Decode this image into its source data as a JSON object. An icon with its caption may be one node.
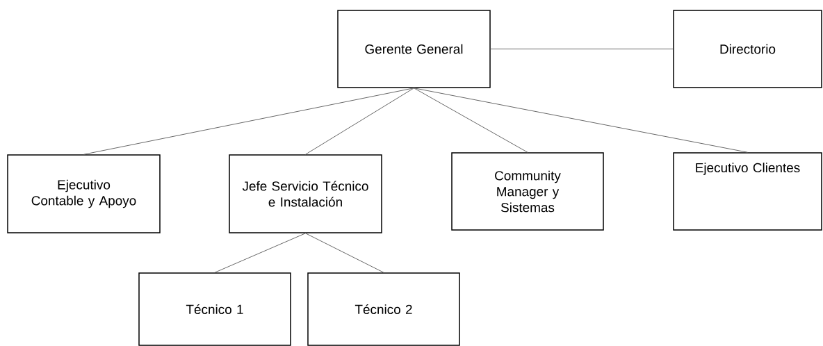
{
  "diagram": {
    "nodes": [
      {
        "text": [
          "Gerente General"
        ]
      },
      {
        "text": [
          "Directorio"
        ]
      },
      {
        "text": [
          "Ejecutivo Contable y Apoyo"
        ]
      },
      {
        "text": [
          "Jefe Servicio Técnico e Instalación"
        ]
      },
      {
        "text": [
          "Community Manager y Sistemas"
        ]
      },
      {
        "text": [
          "Ejecutivo Clientes"
        ]
      },
      {
        "text": [
          "Técnico 1"
        ]
      },
      {
        "text": [
          "Técnico 2"
        ]
      }
    ],
    "edges": [
      {
        "from": 0,
        "to": 1,
        "arrow": "none"
      },
      {
        "from": 0,
        "to": 2,
        "arrow": "none"
      },
      {
        "from": 0,
        "to": 3,
        "arrow": "none"
      },
      {
        "from": 0,
        "to": 4,
        "arrow": "none"
      },
      {
        "from": 0,
        "to": 5,
        "arrow": "none"
      },
      {
        "from": 3,
        "to": 6,
        "arrow": "none"
      },
      {
        "from": 3,
        "to": 7,
        "arrow": "none"
      }
    ]
  }
}
